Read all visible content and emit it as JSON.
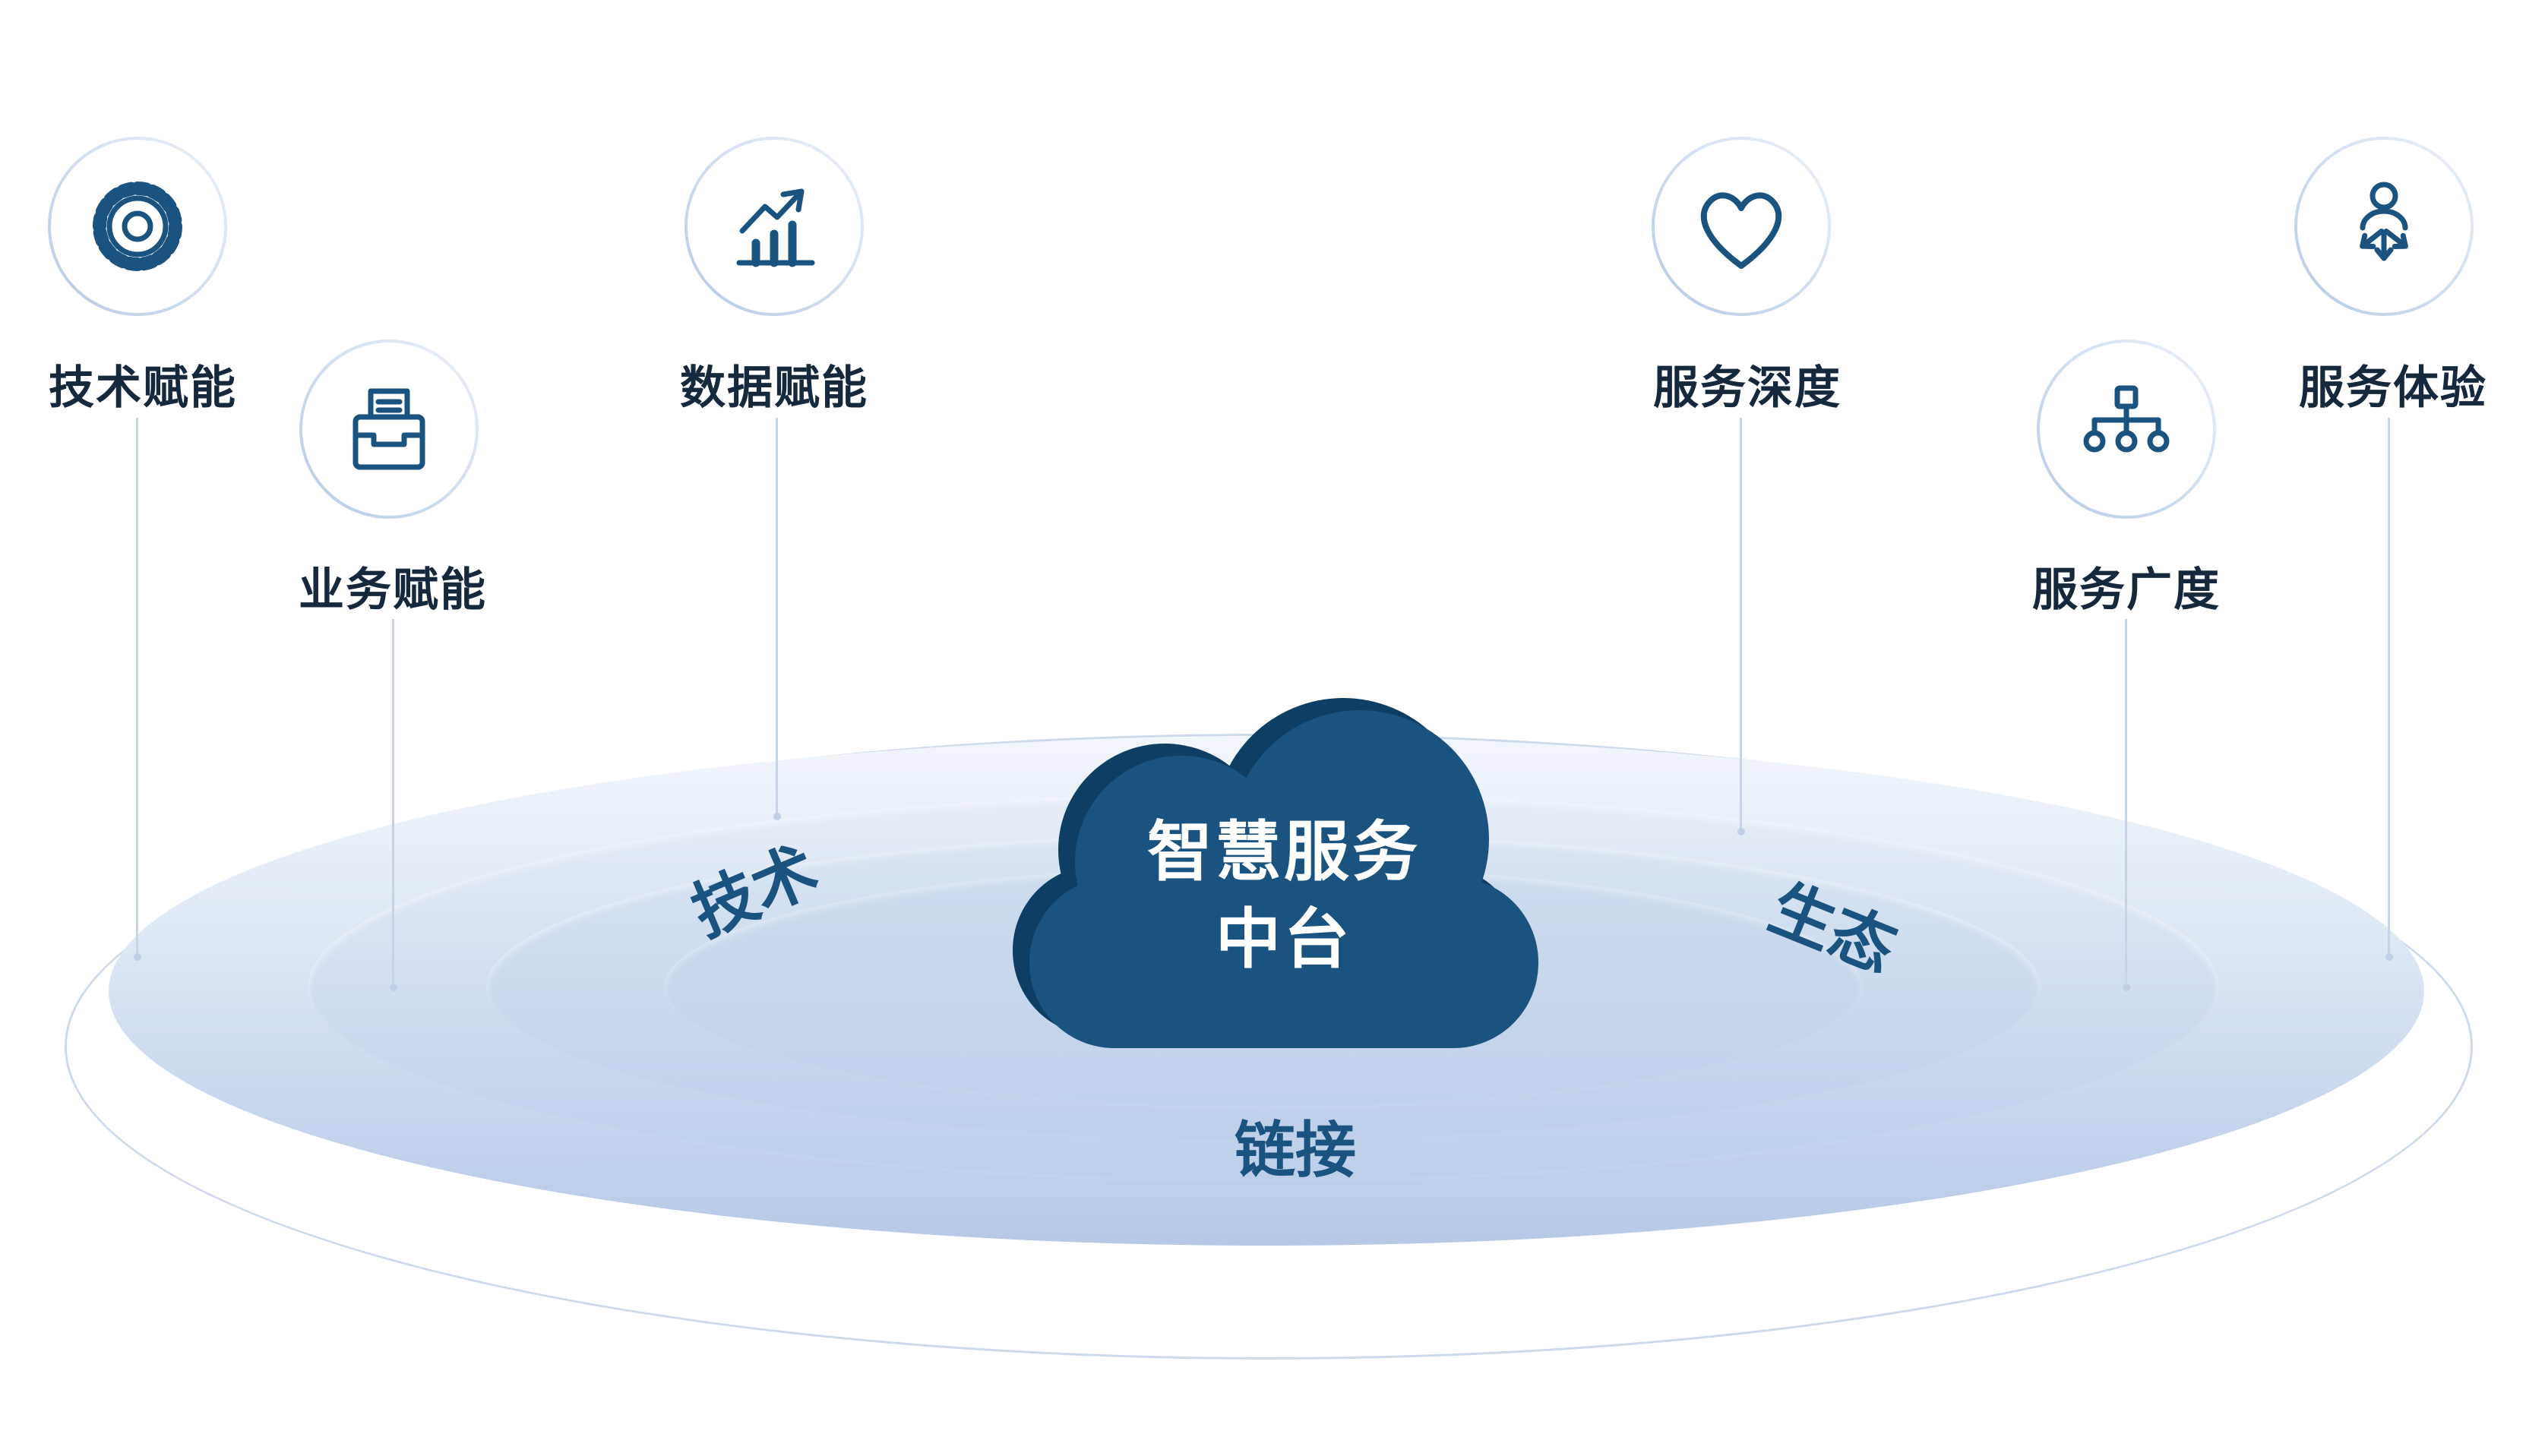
{
  "cloud": {
    "line1": "智慧服务",
    "line2": "中台"
  },
  "ring_labels": {
    "left": "技术",
    "right": "生态",
    "bottom": "链接"
  },
  "nodes": [
    {
      "label": "技术赋能",
      "icon": "gear-icon"
    },
    {
      "label": "业务赋能",
      "icon": "inbox-box-icon"
    },
    {
      "label": "数据赋能",
      "icon": "bar-chart-trend-icon"
    },
    {
      "label": "服务深度",
      "icon": "heart-icon"
    },
    {
      "label": "服务广度",
      "icon": "network-icon"
    },
    {
      "label": "服务体验",
      "icon": "person-arrows-icon"
    }
  ],
  "colors": {
    "navy": "#1b5380",
    "cloud_front": "#1b5380",
    "cloud_back": "#0e3e63",
    "icon_stroke": "#1b5380",
    "badge_ring": "#bdd0e8",
    "connector": "#c7d4e6",
    "platform_light": "#f1f6fb",
    "platform_dark": "#b6c8e6",
    "label_text": "#16293c",
    "cloud_text": "#ffffff"
  }
}
